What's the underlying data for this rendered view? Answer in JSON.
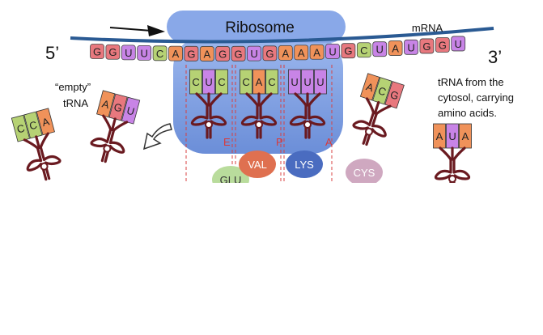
{
  "labels": {
    "ribosome": "Ribosome",
    "mrna": "mRNA",
    "five_prime": "5’",
    "three_prime": "3’",
    "empty_trna": [
      "“empty”",
      "tRNA"
    ],
    "cytosol_trna": [
      "tRNA from the",
      "cytosol, carrying",
      "amino acids."
    ]
  },
  "sites": [
    "E",
    "P",
    "A"
  ],
  "mrna_sequence": [
    "G",
    "G",
    "U",
    "U",
    "C",
    "A",
    "G",
    "A",
    "G",
    "G",
    "U",
    "G",
    "A",
    "A",
    "A",
    "U",
    "G",
    "C",
    "U",
    "A",
    "U",
    "G",
    "G",
    "U"
  ],
  "trna_in_ribosome": [
    {
      "site": "E",
      "anticodon": [
        "C",
        "U",
        "C"
      ],
      "amino_acid": "GLU"
    },
    {
      "site": "P",
      "anticodon": [
        "C",
        "A",
        "C"
      ],
      "amino_acid": "VAL"
    },
    {
      "site": "A",
      "anticodon": [
        "U",
        "U",
        "U"
      ],
      "amino_acid": "LYS"
    }
  ],
  "trna_outside": [
    {
      "role": "empty-1",
      "anticodon": [
        "C",
        "C",
        "A"
      ]
    },
    {
      "role": "empty-2",
      "anticodon": [
        "A",
        "G",
        "U"
      ]
    },
    {
      "role": "incoming-1",
      "anticodon": [
        "A",
        "C",
        "G"
      ],
      "amino_acid": "CYS"
    },
    {
      "role": "incoming-2",
      "anticodon": [
        "A",
        "U",
        "A"
      ]
    }
  ],
  "colors": {
    "G": "#e8787e",
    "U": "#c884e6",
    "C": "#b6d274",
    "A": "#f0925a",
    "ribosome": "#7da0e0",
    "mrna_strand": "#2a5a93",
    "trna_body": "#6a1a20",
    "site_label": "#d83a3a",
    "aa_GLU": "#b9dc9c",
    "aa_VAL": "#df7050",
    "aa_LYS": "#4a6cc0",
    "aa_CYS": "#cfa8c0"
  }
}
